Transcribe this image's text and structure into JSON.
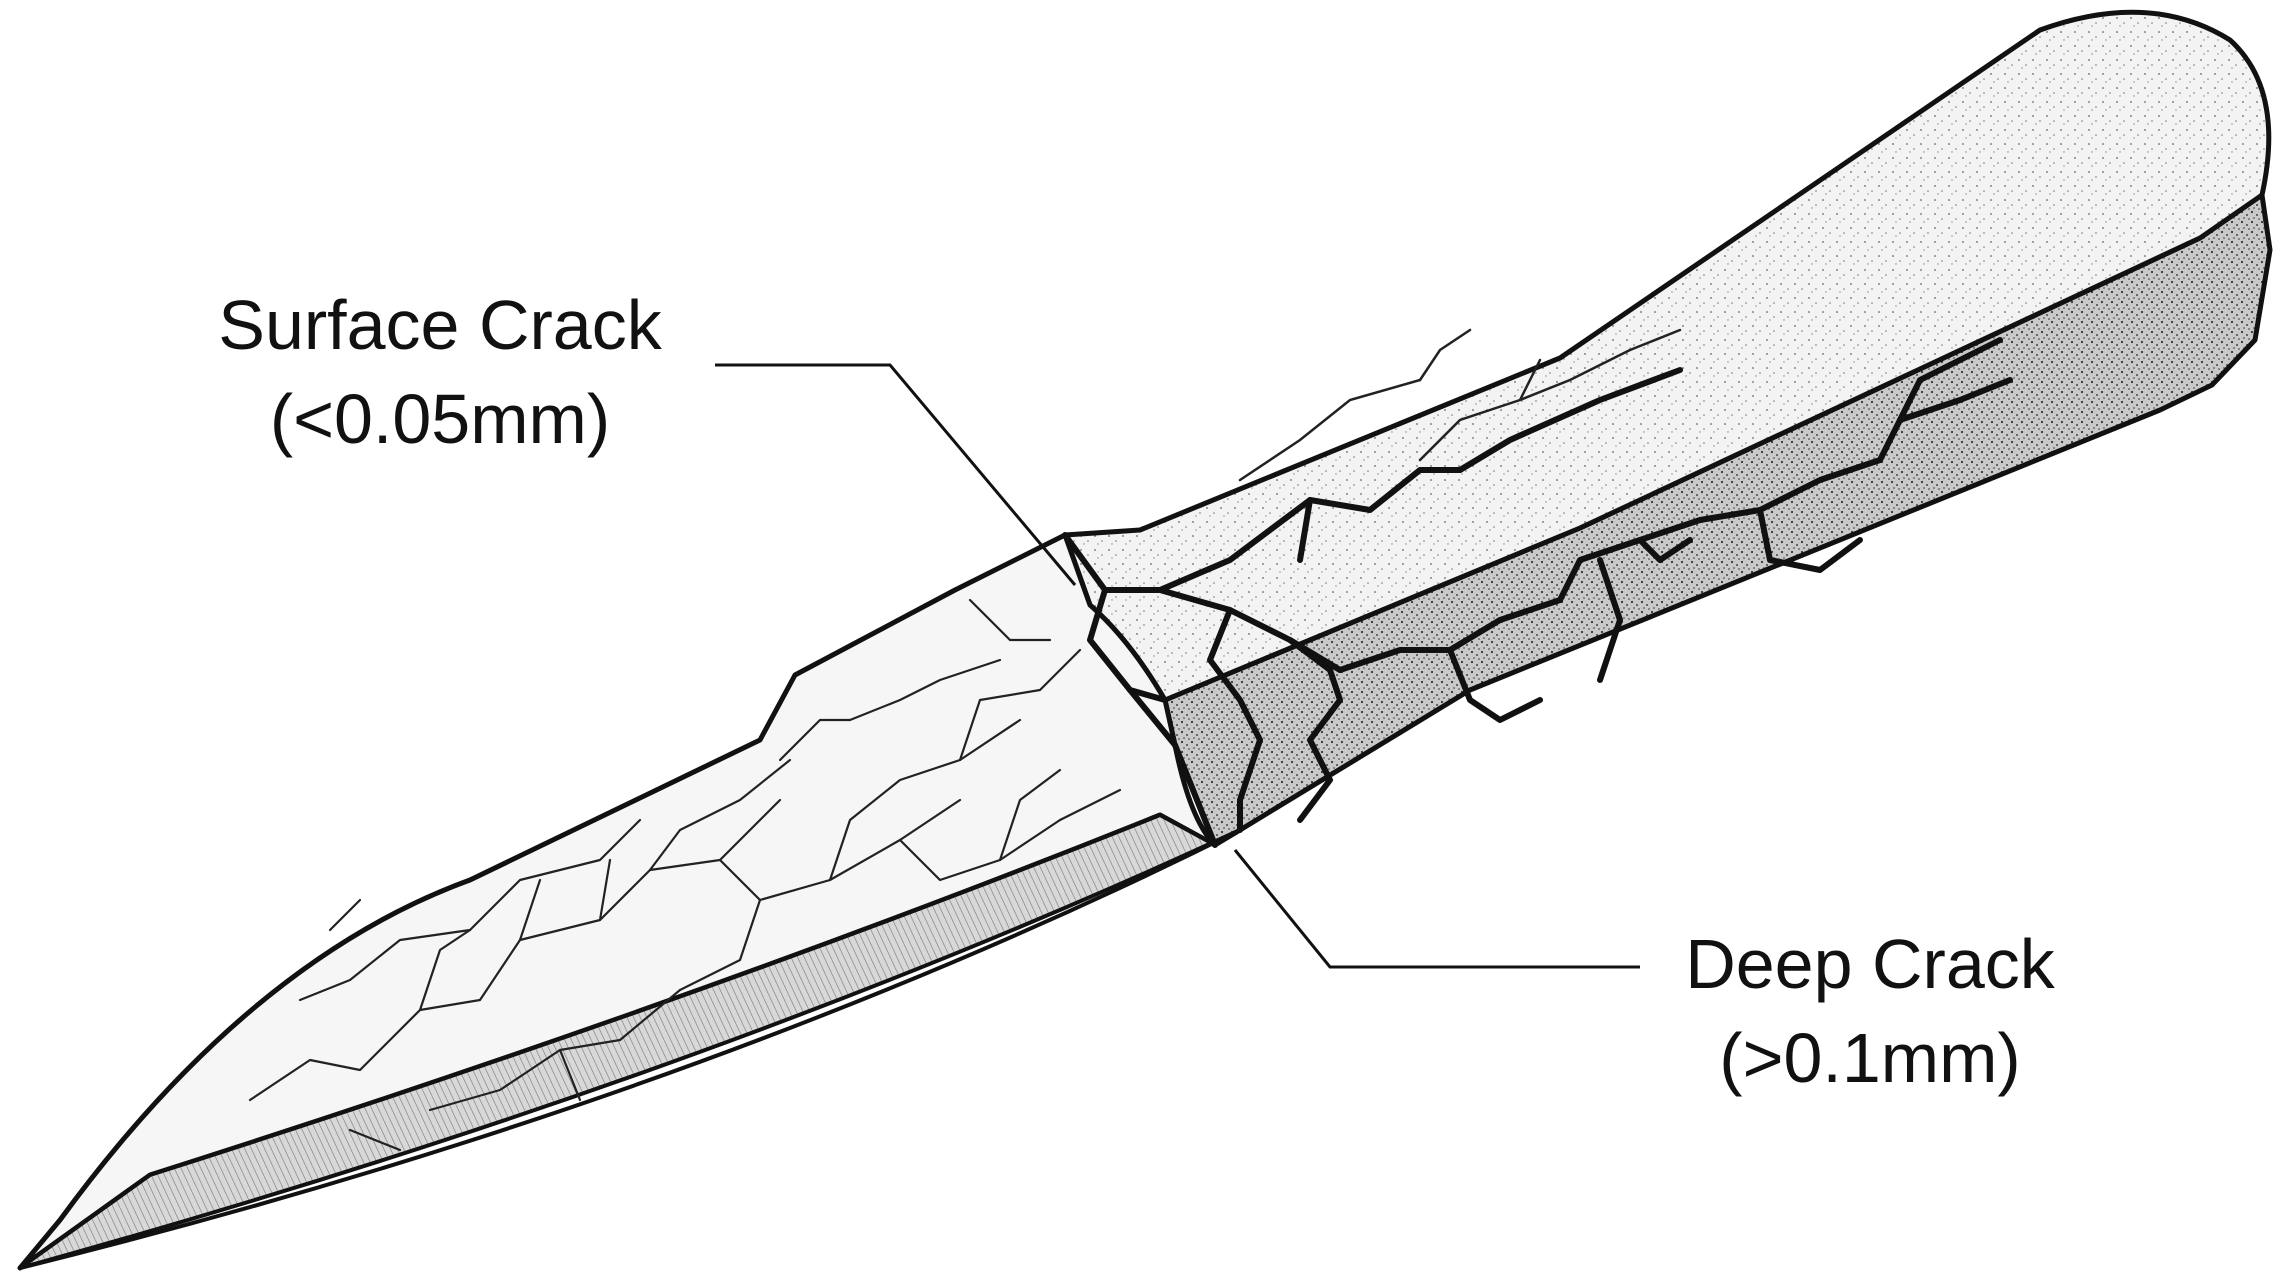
{
  "callouts": {
    "surface": {
      "title": "Surface Crack",
      "size": "(<0.05mm)"
    },
    "deep": {
      "title": "Deep Crack",
      "size": "(>0.1mm)"
    }
  },
  "colors": {
    "ink": "#111111",
    "paper": "#ffffff",
    "blade_face": "#f4f4f4",
    "spine_top": "#ececec",
    "spine_side": "#bdbdbd",
    "bevel": "#d0d0d0"
  }
}
